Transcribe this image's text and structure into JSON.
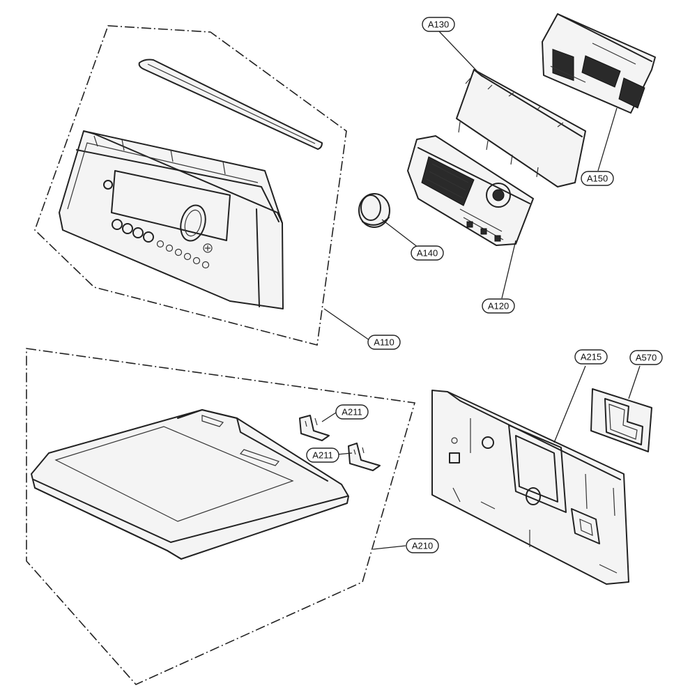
{
  "callouts": [
    {
      "id": "a130",
      "label": "A130"
    },
    {
      "id": "a150",
      "label": "A150"
    },
    {
      "id": "a140",
      "label": "A140"
    },
    {
      "id": "a120",
      "label": "A120"
    },
    {
      "id": "a110",
      "label": "A110"
    },
    {
      "id": "a215",
      "label": "A215"
    },
    {
      "id": "a570",
      "label": "A570"
    },
    {
      "id": "a211-top",
      "label": "A211"
    },
    {
      "id": "a211-bottom",
      "label": "A211"
    },
    {
      "id": "a210",
      "label": "A210"
    }
  ],
  "colors": {
    "line": "#222222",
    "background": "#ffffff"
  }
}
